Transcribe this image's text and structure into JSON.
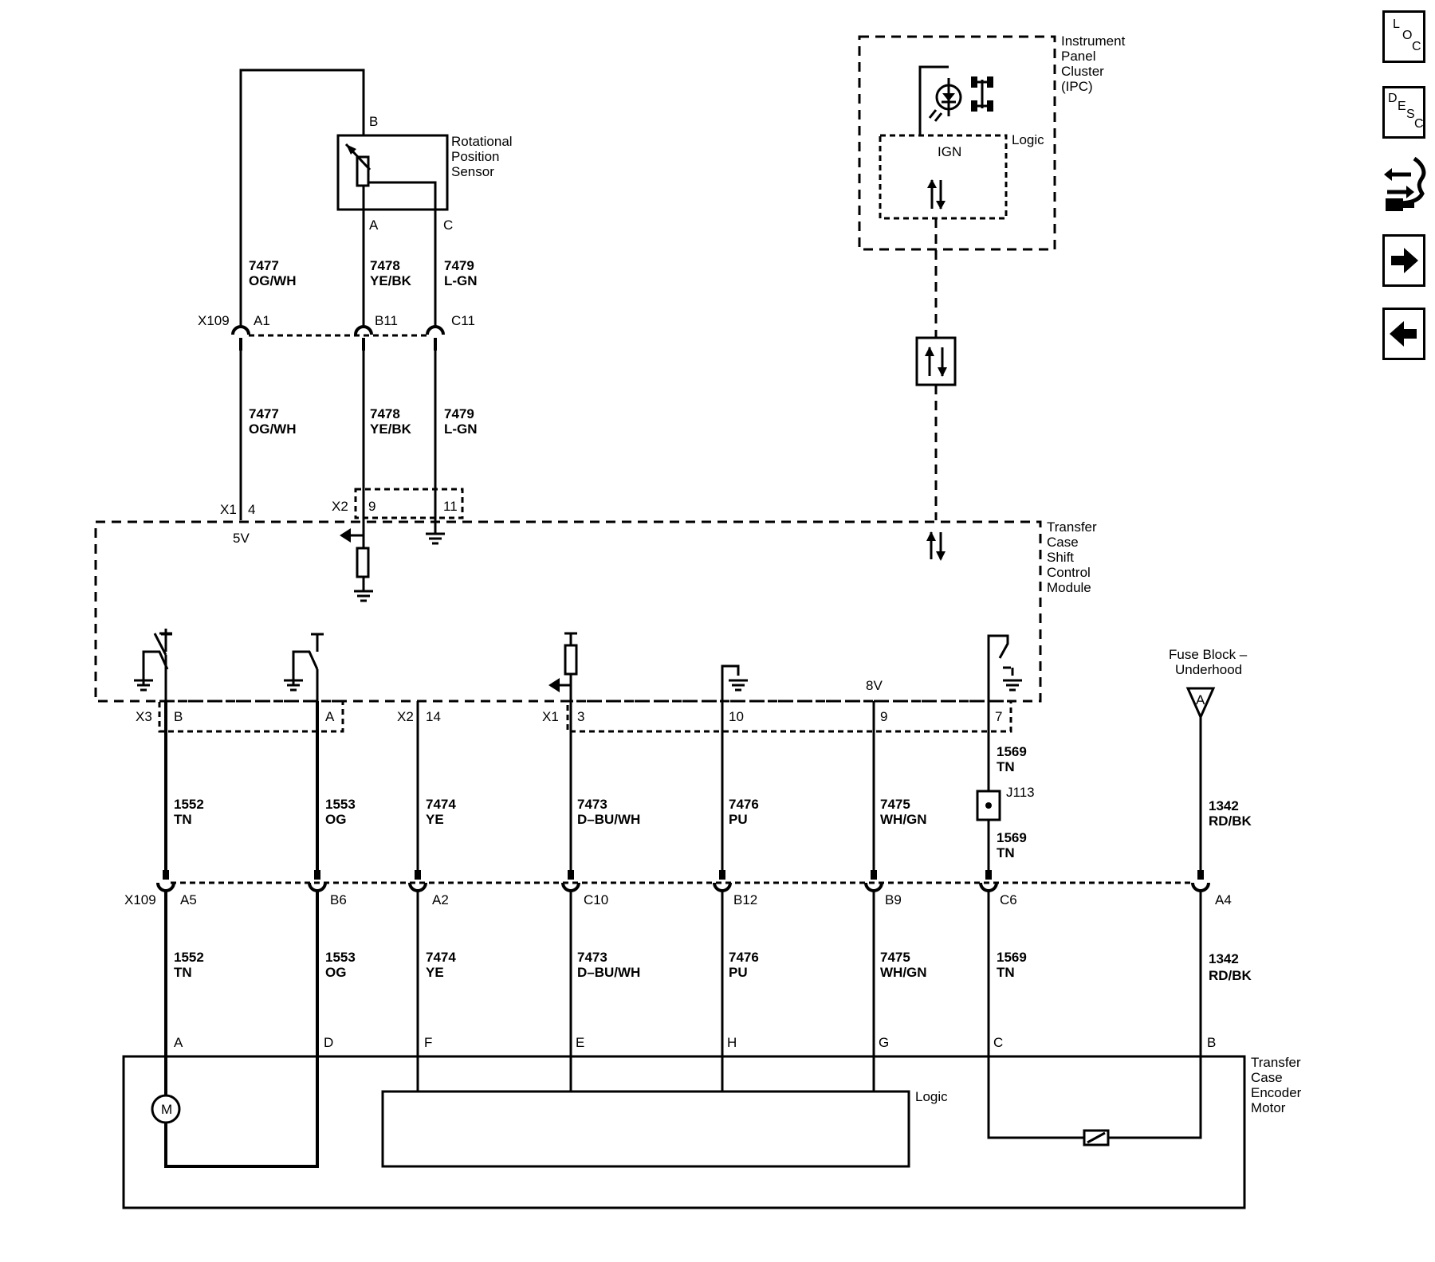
{
  "sensor": {
    "title1": "Rotational",
    "title2": "Position",
    "title3": "Sensor",
    "pin_b": "B",
    "pin_a": "A",
    "pin_c": "C"
  },
  "ipc": {
    "title1": "Instrument",
    "title2": "Panel",
    "title3": "Cluster",
    "title4": "(IPC)",
    "logic": "Logic",
    "ign": "IGN"
  },
  "upper_wires": [
    {
      "circuit": "7477",
      "color": "OG/WH"
    },
    {
      "circuit": "7478",
      "color": "YE/BK"
    },
    {
      "circuit": "7479",
      "color": "L-GN"
    }
  ],
  "x109_top": {
    "connector": "X109",
    "pins": [
      "A1",
      "B11",
      "C11"
    ]
  },
  "tccm": {
    "title1": "Transfer",
    "title2": "Case",
    "title3": "Shift",
    "title4": "Control",
    "title5": "Module",
    "x1": "X1",
    "x1_pin": "4",
    "x2": "X2",
    "x2_pin9": "9",
    "x2_pin11": "11",
    "v5": "5V",
    "v8": "8V",
    "x3": "X3",
    "x3_b": "B",
    "x3_a": "A",
    "x2b": "X2",
    "x2b_pin": "14",
    "x1b": "X1",
    "x1b_pin": "3",
    "pin10": "10",
    "pin9": "9",
    "pin7": "7"
  },
  "fuse": {
    "title1": "Fuse Block –",
    "title2": "Underhood",
    "ref": "A"
  },
  "j113": {
    "label": "J113",
    "circuit": "1569",
    "color": "TN"
  },
  "lower_wires": [
    {
      "circuit": "1552",
      "color": "TN"
    },
    {
      "circuit": "1553",
      "color": "OG"
    },
    {
      "circuit": "7474",
      "color": "YE"
    },
    {
      "circuit": "7473",
      "color": "D–BU/WH"
    },
    {
      "circuit": "7476",
      "color": "PU"
    },
    {
      "circuit": "7475",
      "color": "WH/GN"
    },
    {
      "circuit": "1569",
      "color": "TN"
    },
    {
      "circuit": "1342",
      "color": "RD/BK"
    }
  ],
  "x109_bottom": {
    "connector": "X109",
    "pins": [
      "A5",
      "B6",
      "A2",
      "C10",
      "B12",
      "B9",
      "C6",
      "A4"
    ]
  },
  "motor": {
    "title1": "Transfer",
    "title2": "Case",
    "title3": "Encoder",
    "title4": "Motor",
    "logic": "Logic",
    "m": "M",
    "pins": [
      "A",
      "D",
      "F",
      "E",
      "H",
      "G",
      "C",
      "B"
    ]
  },
  "nav": {
    "loc": [
      "L",
      "O",
      "C"
    ],
    "desc": [
      "D",
      "E",
      "S",
      "C"
    ],
    "icons": [
      "connector-end-view-icon",
      "forward-arrow-icon",
      "back-arrow-icon"
    ]
  }
}
